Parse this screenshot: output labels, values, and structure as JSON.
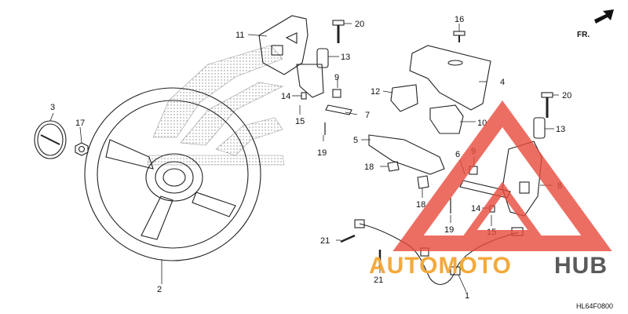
{
  "callouts": [
    {
      "id": "c1",
      "text": "1"
    },
    {
      "id": "c2",
      "text": "2"
    },
    {
      "id": "c3",
      "text": "3"
    },
    {
      "id": "c4",
      "text": "4"
    },
    {
      "id": "c5",
      "text": "5"
    },
    {
      "id": "c6",
      "text": "6"
    },
    {
      "id": "c7",
      "text": "7"
    },
    {
      "id": "c8",
      "text": "8"
    },
    {
      "id": "c9a",
      "text": "9"
    },
    {
      "id": "c9b",
      "text": "9"
    },
    {
      "id": "c10",
      "text": "10"
    },
    {
      "id": "c11",
      "text": "11"
    },
    {
      "id": "c12",
      "text": "12"
    },
    {
      "id": "c13a",
      "text": "13"
    },
    {
      "id": "c13b",
      "text": "13"
    },
    {
      "id": "c14a",
      "text": "14"
    },
    {
      "id": "c14b",
      "text": "14"
    },
    {
      "id": "c15a",
      "text": "15"
    },
    {
      "id": "c15b",
      "text": "15"
    },
    {
      "id": "c16",
      "text": "16"
    },
    {
      "id": "c17",
      "text": "17"
    },
    {
      "id": "c18a",
      "text": "18"
    },
    {
      "id": "c18b",
      "text": "18"
    },
    {
      "id": "c19a",
      "text": "19"
    },
    {
      "id": "c19b",
      "text": "19"
    },
    {
      "id": "c20a",
      "text": "20"
    },
    {
      "id": "c20b",
      "text": "20"
    },
    {
      "id": "c21a",
      "text": "21"
    },
    {
      "id": "c21b",
      "text": "21"
    }
  ],
  "direction_label": "FR.",
  "diagram_code": "HL64F0800",
  "watermark": {
    "brand_part1": "AUTOMOTO",
    "brand_part2": "HUB",
    "colors": {
      "triangle": "#e84a3c",
      "accent": "#f4a93c",
      "dark": "#5a5a5a"
    }
  }
}
